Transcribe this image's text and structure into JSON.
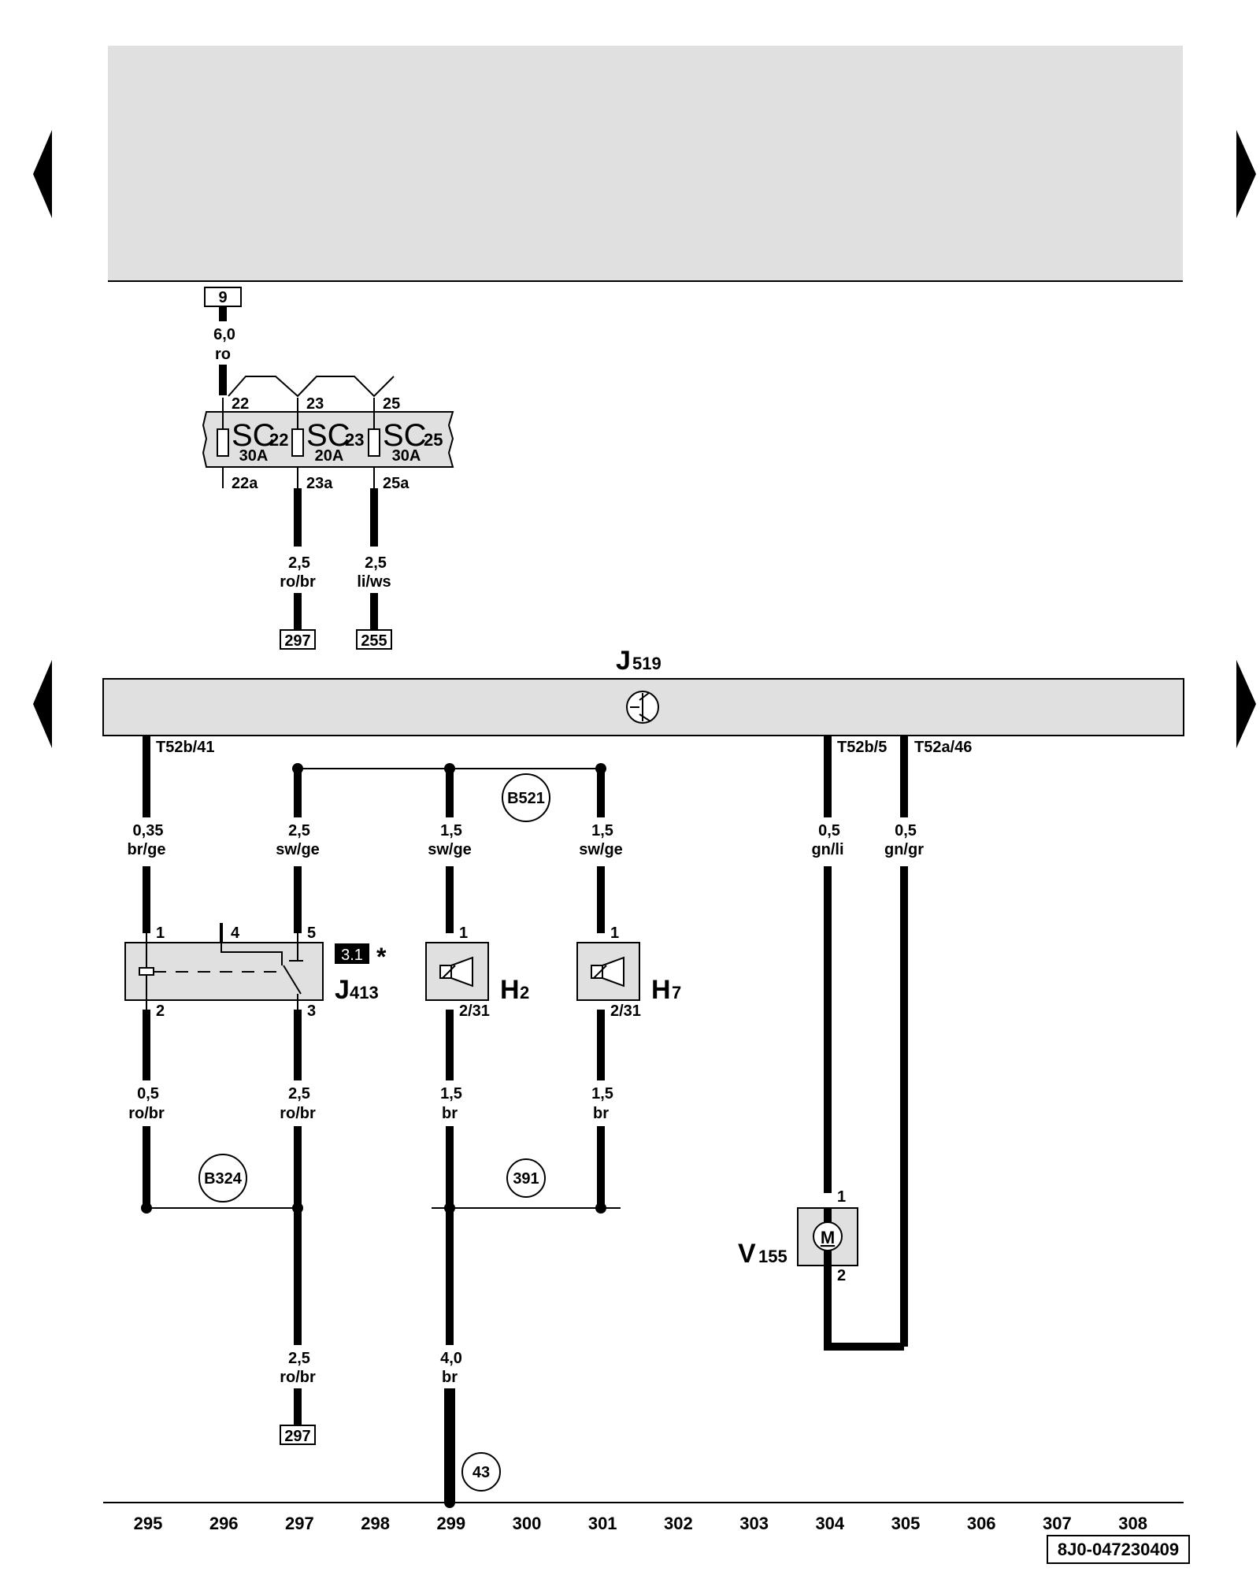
{
  "nav": {
    "prev_label": "◀",
    "next_label": "▶"
  },
  "source_ref": "9",
  "feed_wire": {
    "size": "6,0",
    "color": "ro"
  },
  "fuses": [
    {
      "pin_in": "22",
      "name": "SC",
      "sub": "22",
      "rating": "30A",
      "pin_out": "22a"
    },
    {
      "pin_in": "23",
      "name": "SC",
      "sub": "23",
      "rating": "20A",
      "pin_out": "23a"
    },
    {
      "pin_in": "25",
      "name": "SC",
      "sub": "25",
      "rating": "30A",
      "pin_out": "25a"
    }
  ],
  "fuse_wires": [
    {
      "size": "2,5",
      "color": "ro/br",
      "ref": "297"
    },
    {
      "size": "2,5",
      "color": "li/ws",
      "ref": "255"
    }
  ],
  "control_unit": {
    "name": "J",
    "sub": "519"
  },
  "cu_pins": [
    "T52b/41",
    "T52b/5",
    "T52a/46"
  ],
  "upper_wires": [
    {
      "size": "0,35",
      "color": "br/ge"
    },
    {
      "size": "2,5",
      "color": "sw/ge"
    },
    {
      "size": "1,5",
      "color": "sw/ge"
    },
    {
      "size": "1,5",
      "color": "sw/ge"
    },
    {
      "size": "0,5",
      "color": "gn/li"
    },
    {
      "size": "0,5",
      "color": "gn/gr"
    }
  ],
  "splices": {
    "upper": "B521",
    "left": "B324",
    "ground": "391",
    "ground_point": "43"
  },
  "relay": {
    "name": "J",
    "sub": "413",
    "pins": [
      "1",
      "4",
      "5",
      "2",
      "3"
    ],
    "badge": "3.1",
    "note": "*"
  },
  "horns": [
    {
      "name": "H",
      "sub": "2",
      "pin_in": "1",
      "pin_out": "2/31"
    },
    {
      "name": "H",
      "sub": "7",
      "pin_in": "1",
      "pin_out": "2/31"
    }
  ],
  "lower_wires": [
    {
      "size": "0,5",
      "color": "ro/br"
    },
    {
      "size": "2,5",
      "color": "ro/br"
    },
    {
      "size": "1,5",
      "color": "br"
    },
    {
      "size": "1,5",
      "color": "br"
    }
  ],
  "bottom_wires": [
    {
      "size": "2,5",
      "color": "ro/br",
      "ref": "297"
    },
    {
      "size": "4,0",
      "color": "br"
    }
  ],
  "motor": {
    "name": "V",
    "sub": "155",
    "symbol": "M",
    "pin_in": "1",
    "pin_out": "2"
  },
  "columns": [
    "295",
    "296",
    "297",
    "298",
    "299",
    "300",
    "301",
    "302",
    "303",
    "304",
    "305",
    "306",
    "307",
    "308"
  ],
  "doc_id": "8J0-047230409"
}
